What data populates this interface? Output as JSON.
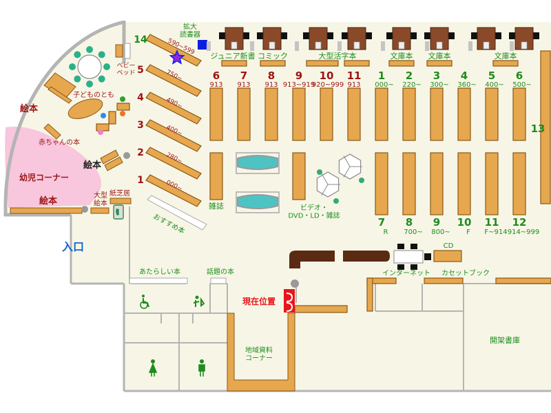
{
  "colors": {
    "floor": "#f7f6e6",
    "wall": "#b4b4b4",
    "shelf_fill": "#e6a74e",
    "shelf_stroke": "#8a5716",
    "kids_pink": "#f8c6dd",
    "red_num": "#9b1414",
    "green_num": "#1e8c1e",
    "blue_entrance": "#1166cc",
    "desk_dark": "#5a2a12",
    "current_red": "#e8161c"
  },
  "labels": {
    "enlarge_reader": "拡大\n読書器",
    "junior_new": "ジュニア新書",
    "comic": "コミック",
    "large_print": "大型活字本",
    "bunko1": "文庫本",
    "bunko2": "文庫本",
    "bunko3": "文庫本",
    "picture_books_top": "絵本",
    "picture_books_mid": "絵本",
    "picture_books_bottom": "絵本",
    "kodomo_no_tomo": "子どものとも",
    "baby_books": "赤ちゃんの本",
    "preschool_corner": "幼児コーナー",
    "baby_bed": "ベビー\nベッド",
    "large_picture_books": "大型\n絵本",
    "kamishibai": "紙芝居",
    "entrance": "入口",
    "recommended": "おすすめ本",
    "magazines": "雑誌",
    "video": "ビデオ・\nDVD・LD・雑誌",
    "new_books": "あたらしい本",
    "topical_books": "話題の本",
    "current_location": "現在位置",
    "internet": "インターネット",
    "cassette_book": "カセットブック",
    "cd": "CD",
    "local_materials": "地域資料\nコーナー",
    "closed_stacks": "開架書庫"
  },
  "diag_shelves": [
    {
      "num": "14",
      "range": "590~599"
    },
    {
      "num": "5",
      "range": "750~"
    },
    {
      "num": "4",
      "range": "490~"
    },
    {
      "num": "3",
      "range": "400~"
    },
    {
      "num": "2",
      "range": "280~"
    },
    {
      "num": "1",
      "range": "000~"
    }
  ],
  "red_shelves": [
    {
      "num": "6",
      "code": "913"
    },
    {
      "num": "7",
      "code": "913"
    },
    {
      "num": "8",
      "code": "913"
    },
    {
      "num": "9",
      "code": "913~919"
    },
    {
      "num": "10",
      "code": "920~999"
    },
    {
      "num": "11",
      "code": "913"
    }
  ],
  "green_top_shelves": [
    {
      "num": "1",
      "code": "000~"
    },
    {
      "num": "2",
      "code": "220~"
    },
    {
      "num": "3",
      "code": "300~"
    },
    {
      "num": "4",
      "code": "360~"
    },
    {
      "num": "5",
      "code": "400~"
    },
    {
      "num": "6",
      "code": "500~"
    }
  ],
  "green_bottom_shelves": [
    {
      "num": "7",
      "code": "R"
    },
    {
      "num": "8",
      "code": "700~"
    },
    {
      "num": "9",
      "code": "800~"
    },
    {
      "num": "10",
      "code": "F"
    },
    {
      "num": "11",
      "code": "F~914"
    },
    {
      "num": "12",
      "code": "914~999"
    }
  ],
  "right_shelf_num": "13"
}
